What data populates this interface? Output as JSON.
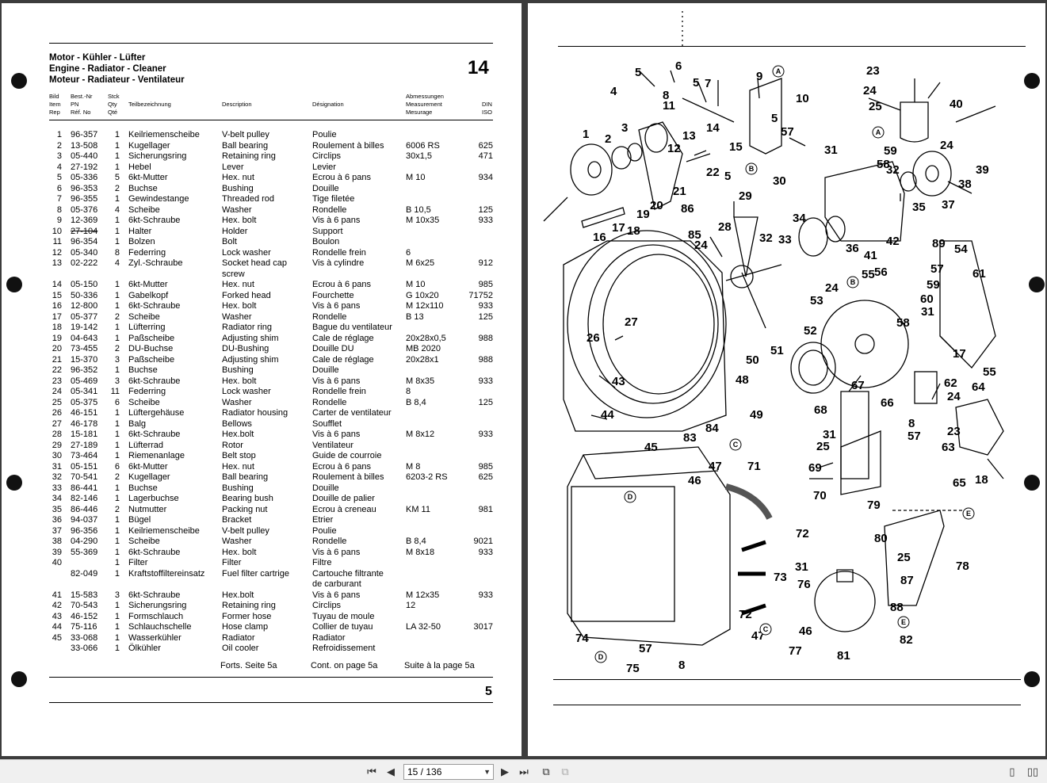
{
  "document": {
    "title_de": "Motor - Kühler - Lüfter",
    "title_en": "Engine - Radiator - Cleaner",
    "title_fr": "Moteur - Radiateur - Ventilateur",
    "section": "14",
    "page_number": "5",
    "headers": {
      "bild": [
        "Bild",
        "Item",
        "Rep"
      ],
      "pn": [
        "Best.-Nr",
        "PN",
        "Réf. No"
      ],
      "qty": [
        "Stck",
        "Qty",
        "Qté"
      ],
      "de": "Teilbezeichnung",
      "en": "Description",
      "fr": "Désignation",
      "dim": [
        "Abmessungen",
        "Measurement",
        "Mesurage"
      ],
      "din": [
        "DIN",
        "ISO"
      ]
    },
    "rows": [
      {
        "bild": "1",
        "pn": "96-357",
        "qty": "1",
        "de": "Keilriemenscheibe",
        "en": "V-belt pulley",
        "fr": "Poulie",
        "dim": "",
        "din": ""
      },
      {
        "bild": "2",
        "pn": "13-508",
        "qty": "1",
        "de": "Kugellager",
        "en": "Ball bearing",
        "fr": "Roulement à billes",
        "dim": "6006 RS",
        "din": "625"
      },
      {
        "bild": "3",
        "pn": "05-440",
        "qty": "1",
        "de": "Sicherungsring",
        "en": "Retaining ring",
        "fr": "Circlips",
        "dim": "30x1,5",
        "din": "471"
      },
      {
        "bild": "4",
        "pn": "27-192",
        "qty": "1",
        "de": "Hebel",
        "en": "Lever",
        "fr": "Levier",
        "dim": "",
        "din": ""
      },
      {
        "bild": "5",
        "pn": "05-336",
        "qty": "5",
        "de": "6kt-Mutter",
        "en": "Hex. nut",
        "fr": "Ecrou à 6 pans",
        "dim": "M 10",
        "din": "934"
      },
      {
        "bild": "6",
        "pn": "96-353",
        "qty": "2",
        "de": "Buchse",
        "en": "Bushing",
        "fr": "Douille",
        "dim": "",
        "din": ""
      },
      {
        "bild": "7",
        "pn": "96-355",
        "qty": "1",
        "de": "Gewindestange",
        "en": "Threaded rod",
        "fr": "Tige filetée",
        "dim": "",
        "din": ""
      },
      {
        "bild": "8",
        "pn": "05-376",
        "qty": "4",
        "de": "Scheibe",
        "en": "Washer",
        "fr": "Rondelle",
        "dim": "B 10,5",
        "din": "125"
      },
      {
        "bild": "9",
        "pn": "12-369",
        "qty": "1",
        "de": "6kt-Schraube",
        "en": "Hex. bolt",
        "fr": "Vis à 6 pans",
        "dim": "M 10x35",
        "din": "933"
      },
      {
        "bild": "10",
        "pn": "27-104",
        "qty": "1",
        "de": "Halter",
        "en": "Holder",
        "fr": "Support",
        "dim": "",
        "din": "",
        "struck": true
      },
      {
        "bild": "11",
        "pn": "96-354",
        "qty": "1",
        "de": "Bolzen",
        "en": "Bolt",
        "fr": "Boulon",
        "dim": "",
        "din": ""
      },
      {
        "bild": "12",
        "pn": "05-340",
        "qty": "8",
        "de": "Federring",
        "en": "Lock washer",
        "fr": "Rondelle frein",
        "dim": "6",
        "din": ""
      },
      {
        "bild": "13",
        "pn": "02-222",
        "qty": "4",
        "de": "Zyl.-Schraube",
        "en": "Socket head cap",
        "fr": "Vis à cylindre",
        "dim": "M 6x25",
        "din": "912"
      },
      {
        "bild": "",
        "pn": "",
        "qty": "",
        "de": "",
        "en": "screw",
        "fr": "",
        "dim": "",
        "din": ""
      },
      {
        "bild": "14",
        "pn": "05-150",
        "qty": "1",
        "de": "6kt-Mutter",
        "en": "Hex. nut",
        "fr": "Ecrou à 6 pans",
        "dim": "M 10",
        "din": "985"
      },
      {
        "bild": "15",
        "pn": "50-336",
        "qty": "1",
        "de": "Gabelkopf",
        "en": "Forked head",
        "fr": "Fourchette",
        "dim": "G 10x20",
        "din": "71752"
      },
      {
        "bild": "16",
        "pn": "12-800",
        "qty": "1",
        "de": "6kt-Schraube",
        "en": "Hex. bolt",
        "fr": "Vis à 6 pans",
        "dim": "M 12x110",
        "din": "933"
      },
      {
        "bild": "17",
        "pn": "05-377",
        "qty": "2",
        "de": "Scheibe",
        "en": "Washer",
        "fr": "Rondelle",
        "dim": "B 13",
        "din": "125"
      },
      {
        "bild": "18",
        "pn": "19-142",
        "qty": "1",
        "de": "Lüfterring",
        "en": "Radiator ring",
        "fr": "Bague du ventilateur",
        "dim": "",
        "din": ""
      },
      {
        "bild": "19",
        "pn": "04-643",
        "qty": "1",
        "de": "Paßscheibe",
        "en": "Adjusting shim",
        "fr": "Cale de réglage",
        "dim": "20x28x0,5",
        "din": "988"
      },
      {
        "bild": "20",
        "pn": "73-455",
        "qty": "2",
        "de": "DU-Buchse",
        "en": "DU-Bushing",
        "fr": "Douille DU",
        "dim": "MB 2020",
        "din": ""
      },
      {
        "bild": "21",
        "pn": "15-370",
        "qty": "3",
        "de": "Paßscheibe",
        "en": "Adjusting shim",
        "fr": "Cale de réglage",
        "dim": "20x28x1",
        "din": "988"
      },
      {
        "bild": "22",
        "pn": "96-352",
        "qty": "1",
        "de": "Buchse",
        "en": "Bushing",
        "fr": "Douille",
        "dim": "",
        "din": ""
      },
      {
        "bild": "23",
        "pn": "05-469",
        "qty": "3",
        "de": "6kt-Schraube",
        "en": "Hex. bolt",
        "fr": "Vis à 6 pans",
        "dim": "M 8x35",
        "din": "933"
      },
      {
        "bild": "24",
        "pn": "05-341",
        "qty": "11",
        "de": "Federring",
        "en": "Lock washer",
        "fr": "Rondelle frein",
        "dim": "8",
        "din": ""
      },
      {
        "bild": "25",
        "pn": "05-375",
        "qty": "6",
        "de": "Scheibe",
        "en": "Washer",
        "fr": "Rondelle",
        "dim": "B 8,4",
        "din": "125"
      },
      {
        "bild": "26",
        "pn": "46-151",
        "qty": "1",
        "de": "Lüftergehäuse",
        "en": "Radiator housing",
        "fr": "Carter de ventilateur",
        "dim": "",
        "din": ""
      },
      {
        "bild": "27",
        "pn": "46-178",
        "qty": "1",
        "de": "Balg",
        "en": "Bellows",
        "fr": "Soufflet",
        "dim": "",
        "din": ""
      },
      {
        "bild": "28",
        "pn": "15-181",
        "qty": "1",
        "de": "6kt-Schraube",
        "en": "Hex.bolt",
        "fr": "Vis à 6 pans",
        "dim": "M 8x12",
        "din": "933"
      },
      {
        "bild": "29",
        "pn": "27-189",
        "qty": "1",
        "de": "Lüfterrad",
        "en": "Rotor",
        "fr": "Ventilateur",
        "dim": "",
        "din": ""
      },
      {
        "bild": "30",
        "pn": "73-464",
        "qty": "1",
        "de": "Riemenanlage",
        "en": "Belt stop",
        "fr": "Guide de courroie",
        "dim": "",
        "din": ""
      },
      {
        "bild": "31",
        "pn": "05-151",
        "qty": "6",
        "de": "6kt-Mutter",
        "en": "Hex. nut",
        "fr": "Ecrou à 6 pans",
        "dim": "M 8",
        "din": "985"
      },
      {
        "bild": "32",
        "pn": "70-541",
        "qty": "2",
        "de": "Kugellager",
        "en": "Ball bearing",
        "fr": "Roulement à billes",
        "dim": "6203-2 RS",
        "din": "625"
      },
      {
        "bild": "33",
        "pn": "86-441",
        "qty": "1",
        "de": "Buchse",
        "en": "Bushing",
        "fr": "Douille",
        "dim": "",
        "din": ""
      },
      {
        "bild": "34",
        "pn": "82-146",
        "qty": "1",
        "de": "Lagerbuchse",
        "en": "Bearing bush",
        "fr": "Douille de palier",
        "dim": "",
        "din": ""
      },
      {
        "bild": "35",
        "pn": "86-446",
        "qty": "2",
        "de": "Nutmutter",
        "en": "Packing nut",
        "fr": "Ecrou à creneau",
        "dim": "KM 11",
        "din": "981"
      },
      {
        "bild": "36",
        "pn": "94-037",
        "qty": "1",
        "de": "Bügel",
        "en": "Bracket",
        "fr": "Etrier",
        "dim": "",
        "din": ""
      },
      {
        "bild": "37",
        "pn": "96-356",
        "qty": "1",
        "de": "Keilriemenscheibe",
        "en": "V-belt pulley",
        "fr": "Poulie",
        "dim": "",
        "din": ""
      },
      {
        "bild": "38",
        "pn": "04-290",
        "qty": "1",
        "de": "Scheibe",
        "en": "Washer",
        "fr": "Rondelle",
        "dim": "B 8,4",
        "din": "9021"
      },
      {
        "bild": "39",
        "pn": "55-369",
        "qty": "1",
        "de": "6kt-Schraube",
        "en": "Hex. bolt",
        "fr": "Vis à 6 pans",
        "dim": "M 8x18",
        "din": "933"
      },
      {
        "bild": "40",
        "pn": "",
        "qty": "1",
        "de": "Filter",
        "en": "Filter",
        "fr": "Filtre",
        "dim": "",
        "din": ""
      },
      {
        "bild": "",
        "pn": "82-049",
        "qty": "1",
        "de": "Kraftstoffiltereinsatz",
        "en": "Fuel filter cartrige",
        "fr": "Cartouche filtrante",
        "dim": "",
        "din": ""
      },
      {
        "bild": "",
        "pn": "",
        "qty": "",
        "de": "",
        "en": "",
        "fr": "de carburant",
        "dim": "",
        "din": ""
      },
      {
        "bild": "41",
        "pn": "15-583",
        "qty": "3",
        "de": "6kt-Schraube",
        "en": "Hex.bolt",
        "fr": "Vis à 6 pans",
        "dim": "M 12x35",
        "din": "933"
      },
      {
        "bild": "42",
        "pn": "70-543",
        "qty": "1",
        "de": "Sicherungsring",
        "en": "Retaining ring",
        "fr": "Circlips",
        "dim": "12",
        "din": ""
      },
      {
        "bild": "43",
        "pn": "46-152",
        "qty": "1",
        "de": "Formschlauch",
        "en": "Former hose",
        "fr": "Tuyau de moule",
        "dim": "",
        "din": ""
      },
      {
        "bild": "44",
        "pn": "75-116",
        "qty": "1",
        "de": "Schlauchschelle",
        "en": "Hose clamp",
        "fr": "Collier de tuyau",
        "dim": "LA 32-50",
        "din": "3017"
      },
      {
        "bild": "45",
        "pn": "33-068",
        "qty": "1",
        "de": "Wasserkühler",
        "en": "Radiator",
        "fr": "Radiator",
        "dim": "",
        "din": ""
      },
      {
        "bild": "",
        "pn": "33-066",
        "qty": "1",
        "de": "Ölkühler",
        "en": "Oil cooler",
        "fr": "Refroidissement",
        "dim": "",
        "din": ""
      }
    ],
    "continued_de": "Forts. Seite 5a",
    "continued_en": "Cont. on page 5a",
    "continued_fr": "Suite à la page 5a"
  },
  "diagram": {
    "callouts": [
      "1",
      "2",
      "3",
      "4",
      "5",
      "6",
      "7",
      "8",
      "9",
      "10",
      "11",
      "12",
      "13",
      "14",
      "15",
      "16",
      "17",
      "18",
      "19",
      "20",
      "21",
      "22",
      "23",
      "24",
      "25",
      "26",
      "27",
      "28",
      "29",
      "30",
      "31",
      "32",
      "33",
      "34",
      "35",
      "36",
      "37",
      "38",
      "39",
      "40",
      "41",
      "42",
      "43",
      "44",
      "45",
      "46",
      "47",
      "48",
      "49",
      "50",
      "51",
      "52",
      "53",
      "54",
      "55",
      "56",
      "57",
      "58",
      "59",
      "60",
      "61",
      "62",
      "63",
      "64",
      "65",
      "66",
      "67",
      "68",
      "69",
      "70",
      "71",
      "72",
      "73",
      "74",
      "75",
      "76",
      "77",
      "78",
      "79",
      "80",
      "81",
      "82",
      "84",
      "85",
      "86",
      "87",
      "88",
      "89"
    ],
    "refs": [
      "A",
      "B",
      "C",
      "D",
      "E"
    ]
  },
  "toolbar": {
    "page_indicator": "15 / 136"
  }
}
